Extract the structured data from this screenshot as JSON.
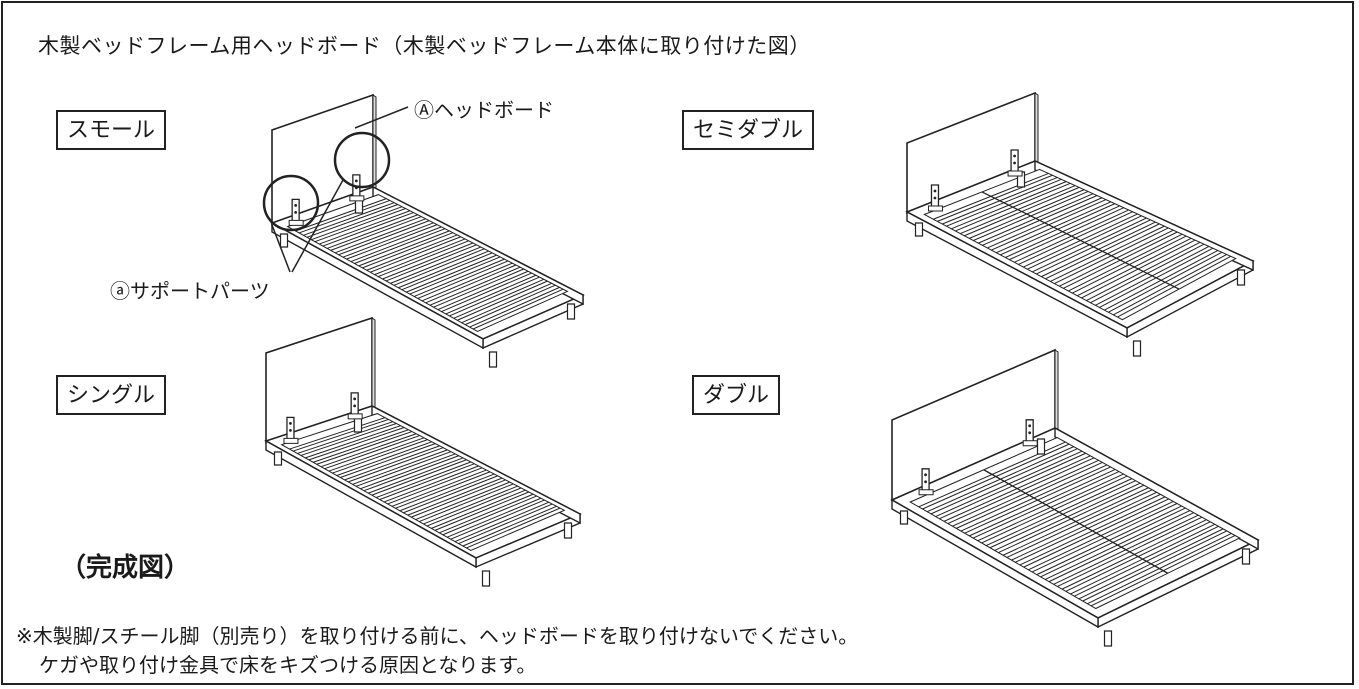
{
  "title": "木製ベッドフレーム用ヘッドボード（木製ベッドフレーム本体に取り付けた図）",
  "sizes": {
    "small": "スモール",
    "semi_double": "セミダブル",
    "single": "シングル",
    "double": "ダブル"
  },
  "callouts": {
    "headboard": "Ⓐヘッドボード",
    "support_parts": "ⓐサポートパーツ"
  },
  "complete_label": "（完成図）",
  "notes": [
    "※木製脚/スチール脚（別売り）を取り付ける前に、ヘッドボードを取り付けないでください。",
    "ケガや取り付け金具で床をキズつける原因となります。"
  ]
}
